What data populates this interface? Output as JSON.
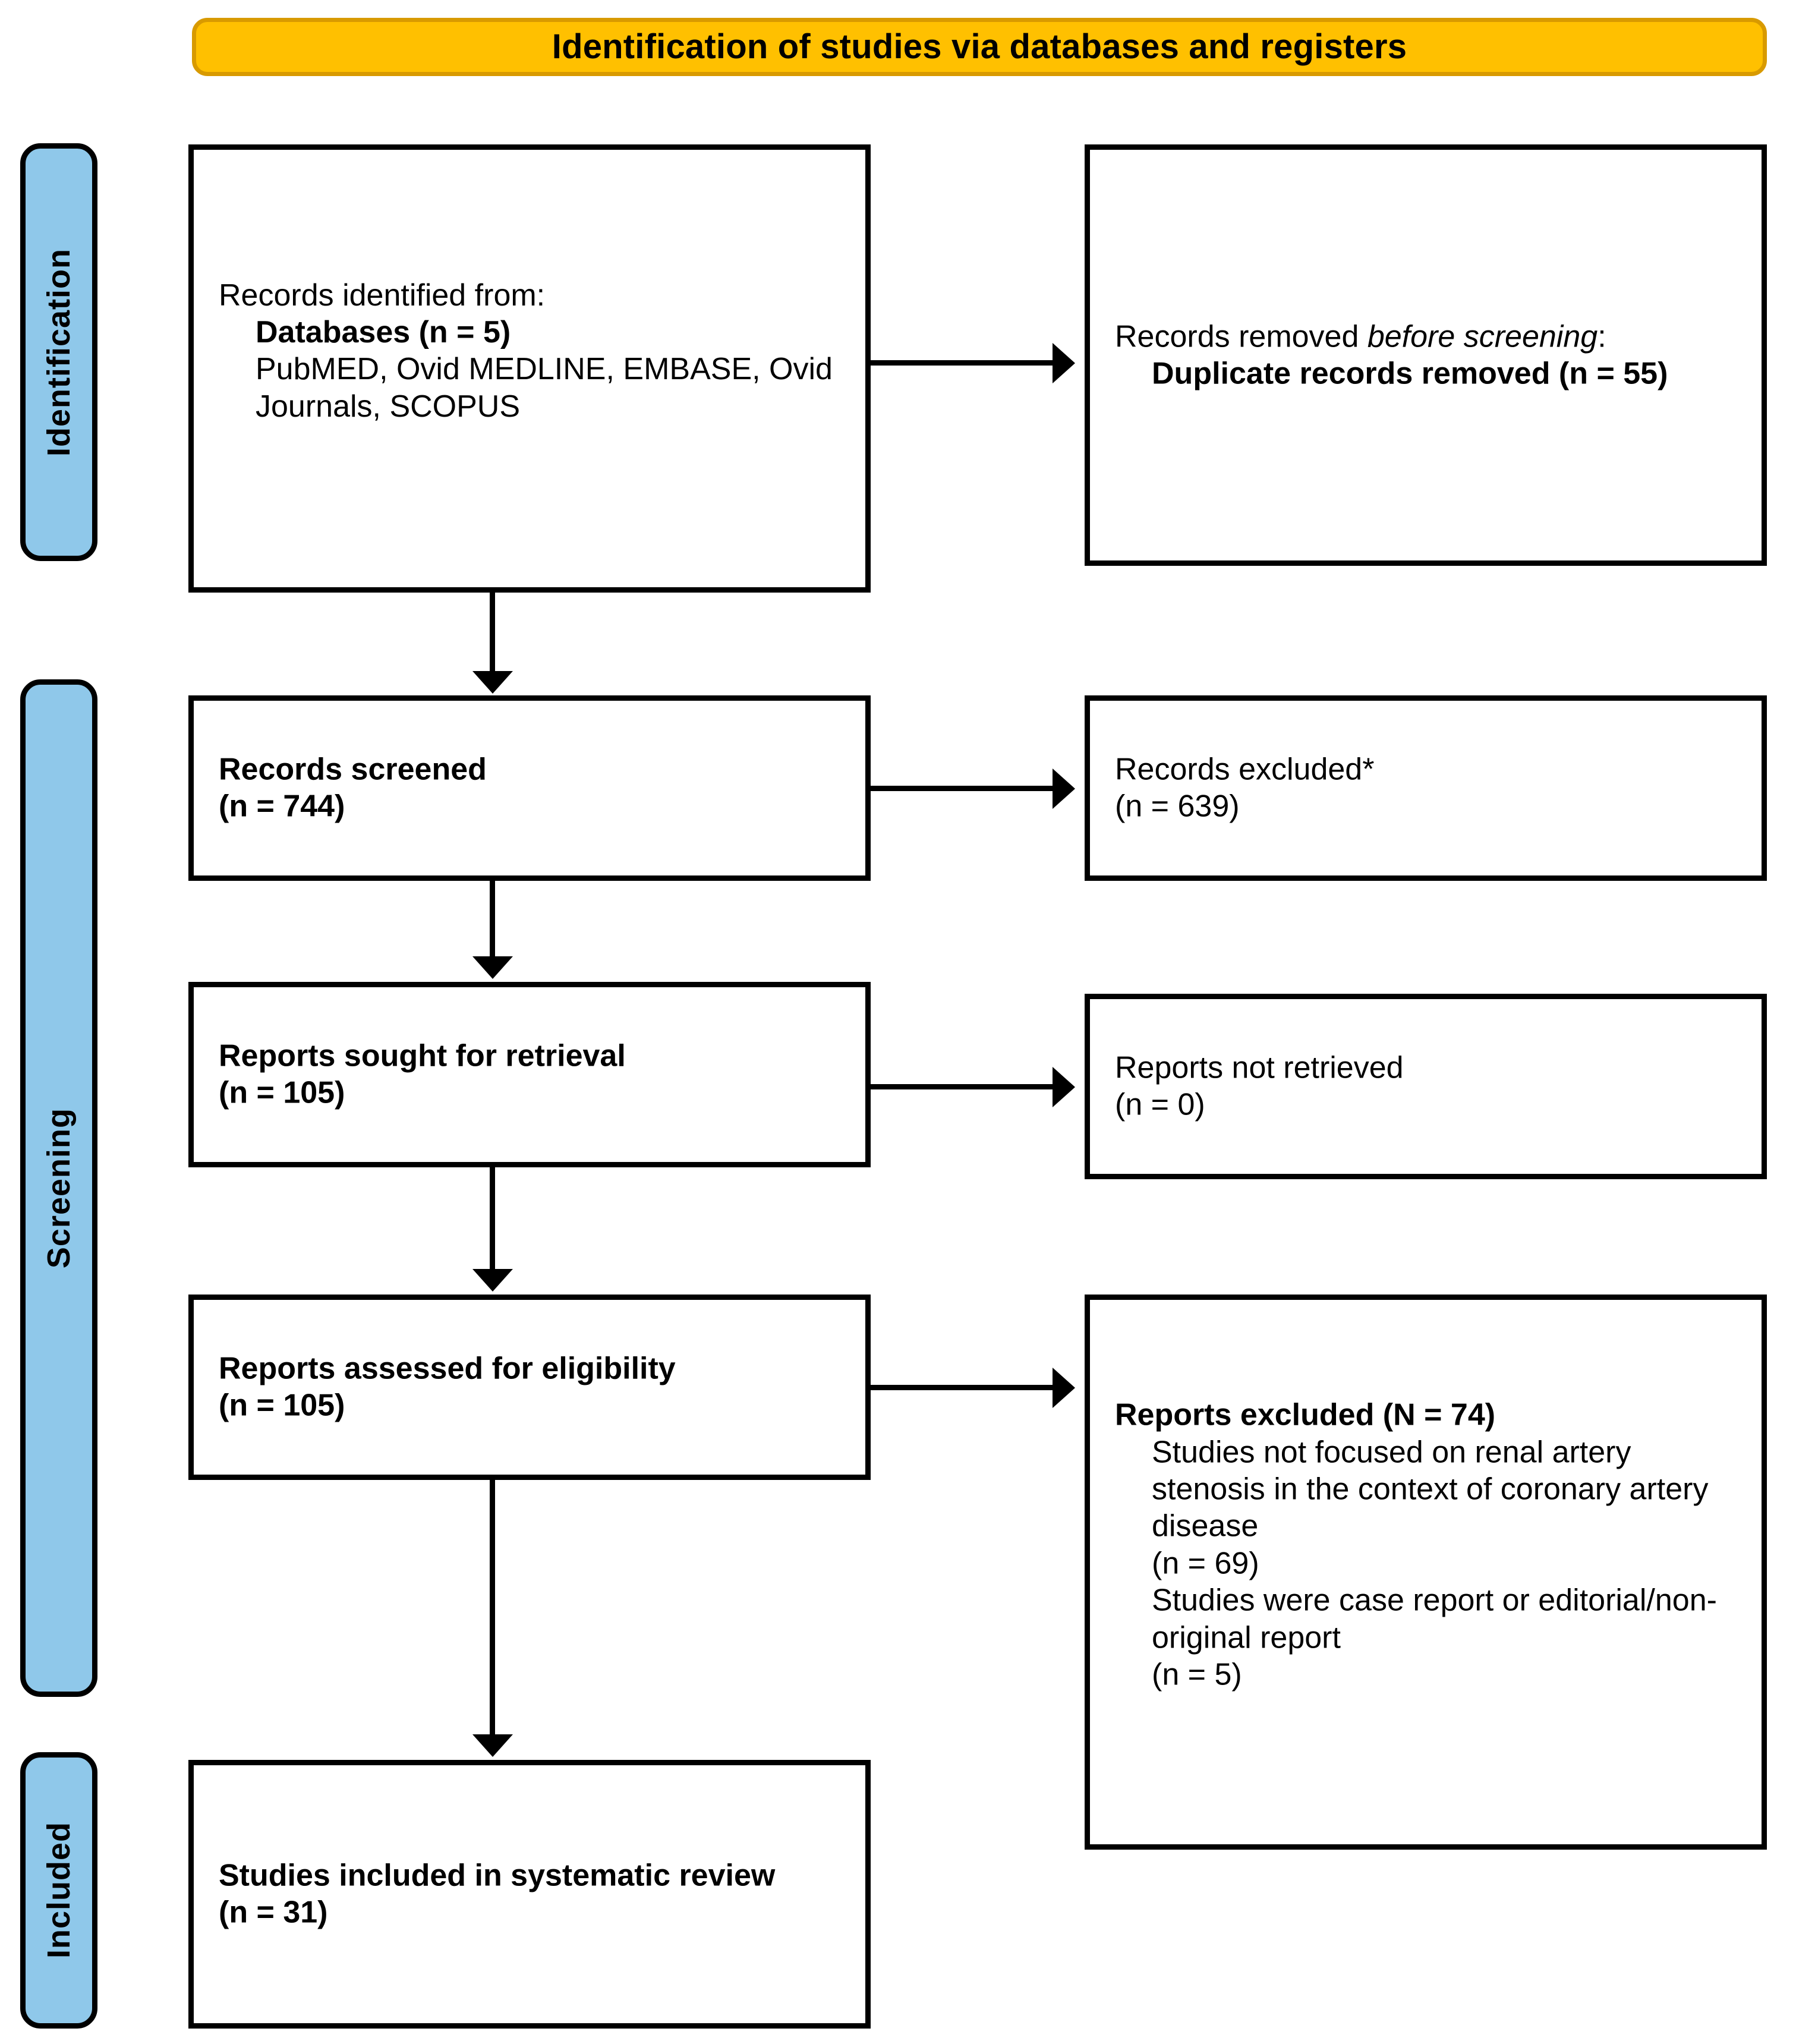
{
  "banner": {
    "title": "Identification of studies via databases and registers",
    "fill_color": "#FFC000",
    "border_color": "#D89A00"
  },
  "phases": {
    "color": "#8FC8EA",
    "identification": "Identification",
    "screening": "Screening",
    "included": "Included"
  },
  "boxes": {
    "identified": {
      "line1": "Records identified from:",
      "line2": "Databases (n = 5)",
      "line3": "PubMED, Ovid MEDLINE, EMBASE, Ovid Journals, SCOPUS"
    },
    "removed": {
      "line1_a": "Records removed ",
      "line1_b": "before screening",
      "line1_c": ":",
      "line2": "Duplicate records removed (n = 55)"
    },
    "screened": {
      "line1": "Records screened",
      "line2": "(n = 744)"
    },
    "excluded": {
      "line1": "Records excluded*",
      "line2": "(n = 639)"
    },
    "sought": {
      "line1": "Reports sought for retrieval",
      "line2": "(n = 105)"
    },
    "not_retrieved": {
      "line1": "Reports not retrieved",
      "line2": "(n = 0)"
    },
    "assessed": {
      "line1": "Reports assessed for eligibility",
      "line2": "(n = 105)"
    },
    "reports_excluded": {
      "heading": "Reports excluded (N = 74)",
      "reason1": "Studies not focused on renal artery stenosis in the context of coronary artery disease",
      "reason1_n": "(n = 69)",
      "reason2": "Studies were case report or editorial/non-original report",
      "reason2_n": "(n = 5)"
    },
    "included": {
      "line1": "Studies included in systematic review",
      "line2": "(n = 31)"
    }
  }
}
